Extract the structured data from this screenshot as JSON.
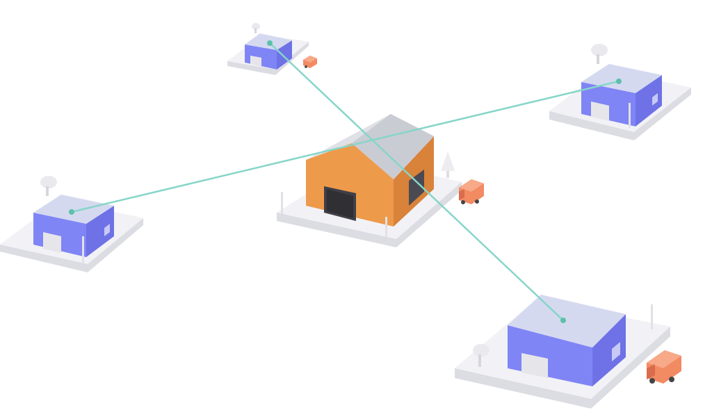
{
  "colors": {
    "background": "#ffffff",
    "platform_top": "#f2f2f6",
    "platform_side": "#dcdce3",
    "depot_front": "#ee9a4b",
    "depot_side": "#d9823a",
    "depot_roof": "#dfe1e6",
    "depot_roof_shade": "#c9ccd3",
    "warehouse_front": "#7f85f5",
    "warehouse_side": "#6e72e6",
    "warehouse_roof": "#d5d9f0",
    "route_line": "#86d5c9",
    "route_dot": "#5cc0ac",
    "van_body": "#f28a62",
    "van_shade": "#d86c4c"
  },
  "scene": {
    "hub": {
      "name": "central-depot",
      "icon": "orange-warehouse-icon"
    },
    "nodes": [
      {
        "name": "warehouse-north",
        "icon": "blue-warehouse-icon"
      },
      {
        "name": "warehouse-east",
        "icon": "blue-warehouse-icon"
      },
      {
        "name": "warehouse-west",
        "icon": "blue-warehouse-icon"
      },
      {
        "name": "warehouse-south",
        "icon": "blue-warehouse-icon"
      }
    ],
    "routes": [
      {
        "from": "warehouse-west",
        "to": "warehouse-east"
      },
      {
        "from": "warehouse-north",
        "to": "warehouse-south"
      }
    ],
    "vehicles": [
      {
        "name": "van-north",
        "icon": "delivery-van-icon"
      },
      {
        "name": "van-hub",
        "icon": "delivery-van-icon"
      },
      {
        "name": "van-south",
        "icon": "delivery-van-icon"
      }
    ]
  }
}
